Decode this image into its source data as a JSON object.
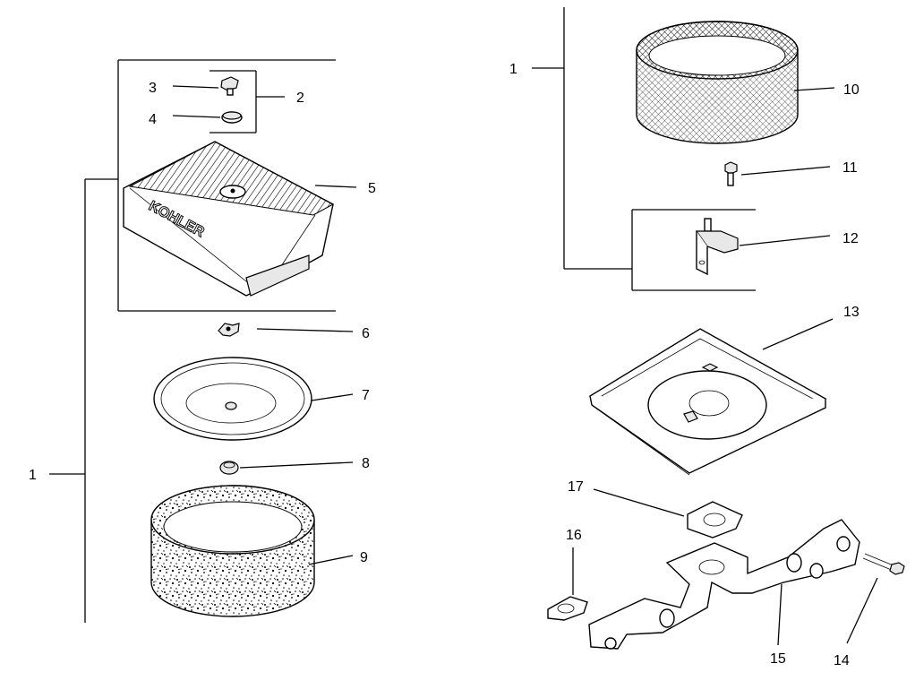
{
  "labels": {
    "left_group": "1",
    "right_group": "1",
    "p2": "2",
    "p3": "3",
    "p4": "4",
    "p5": "5",
    "p6": "6",
    "p7": "7",
    "p8": "8",
    "p9": "9",
    "p10": "10",
    "p11": "11",
    "p12": "12",
    "p13": "13",
    "p14": "14",
    "p15": "15",
    "p16": "16",
    "p17": "17"
  },
  "cover_brand": "KOHLER"
}
